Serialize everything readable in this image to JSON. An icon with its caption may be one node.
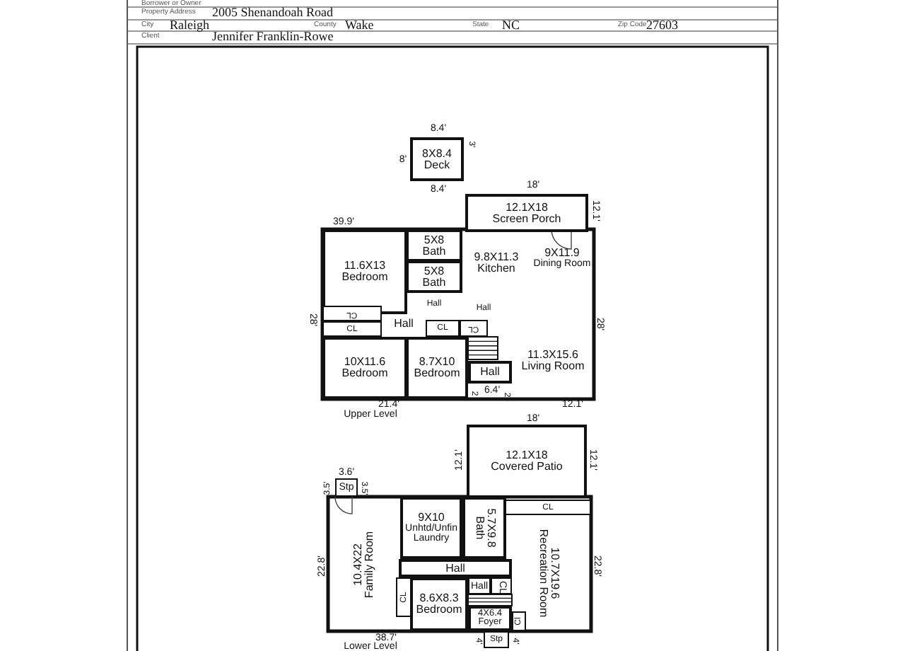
{
  "diagram": {
    "nodes": [
      {
        "text": [
          "8X8.4",
          "Deck"
        ]
      },
      {
        "text": [
          "12.1X18",
          "Screen Porch"
        ]
      },
      {
        "text": [
          "11.6X13",
          "Bedroom"
        ]
      },
      {
        "text": [
          "5X8",
          "Bath"
        ]
      },
      {
        "text": [
          "9.8X11.3",
          "Kitchen"
        ]
      },
      {
        "text": [
          "9X11.9",
          "Dining Room"
        ]
      },
      {
        "text": [
          "5X8",
          "Bath"
        ]
      },
      {
        "text": [
          "Hall"
        ]
      },
      {
        "text": [
          "Hall"
        ]
      },
      {
        "text": [
          "CL"
        ]
      },
      {
        "text": [
          "CL"
        ]
      },
      {
        "text": [
          "Hall"
        ]
      },
      {
        "text": [
          "CL"
        ]
      },
      {
        "text": [
          "CL"
        ]
      },
      {
        "text": [
          "10X11.6",
          "Bedroom"
        ]
      },
      {
        "text": [
          "8.7X10",
          "Bedroom"
        ]
      },
      {
        "text": [
          "11.3X15.6",
          "Living Room"
        ]
      },
      {
        "text": [
          "Hall"
        ]
      },
      {
        "text": [
          "12.1X18",
          "Covered Patio"
        ]
      },
      {
        "text": [
          "Stp"
        ]
      },
      {
        "text": [
          "CL"
        ]
      },
      {
        "text": [
          "10.4X22",
          "Family Room"
        ]
      },
      {
        "text": [
          "9X10",
          "Unhtd/Unfin Laundry"
        ]
      },
      {
        "text": [
          "5.7X9.8",
          "Bath"
        ]
      },
      {
        "text": [
          "10.7X19.6",
          "Recreation Room"
        ]
      },
      {
        "text": [
          "Hall"
        ]
      },
      {
        "text": [
          "CL"
        ]
      },
      {
        "text": [
          "8.6X8.3",
          "Bedroom"
        ]
      },
      {
        "text": [
          "Hall"
        ]
      },
      {
        "text": [
          "CL"
        ]
      },
      {
        "text": [
          "4X6.4",
          "Foyer"
        ]
      },
      {
        "text": [
          "Cl"
        ]
      },
      {
        "text": [
          "Stp"
        ]
      }
    ],
    "labels": [
      "Borrower or Owner",
      "Property Address",
      "2005 Shenandoah Road",
      "City",
      "Raleigh",
      "County",
      "Wake",
      "State",
      "NC",
      "Zip Code",
      "27603",
      "Client",
      "Jennifer Franklin-Rowe",
      "8.4'",
      "8'",
      "3'",
      "8.4'",
      "18'",
      "12.1'",
      "39.9'",
      "28'",
      "28'",
      "21.4'",
      "Upper Level",
      "2",
      "6.4'",
      "2",
      "12.1'",
      "18'",
      "12.1'",
      "12.1'",
      "3.6'",
      "3.5'",
      "3.5'",
      "22.8'",
      "22.8'",
      "38.7'",
      "Lower Level",
      "4'",
      "4'"
    ]
  }
}
